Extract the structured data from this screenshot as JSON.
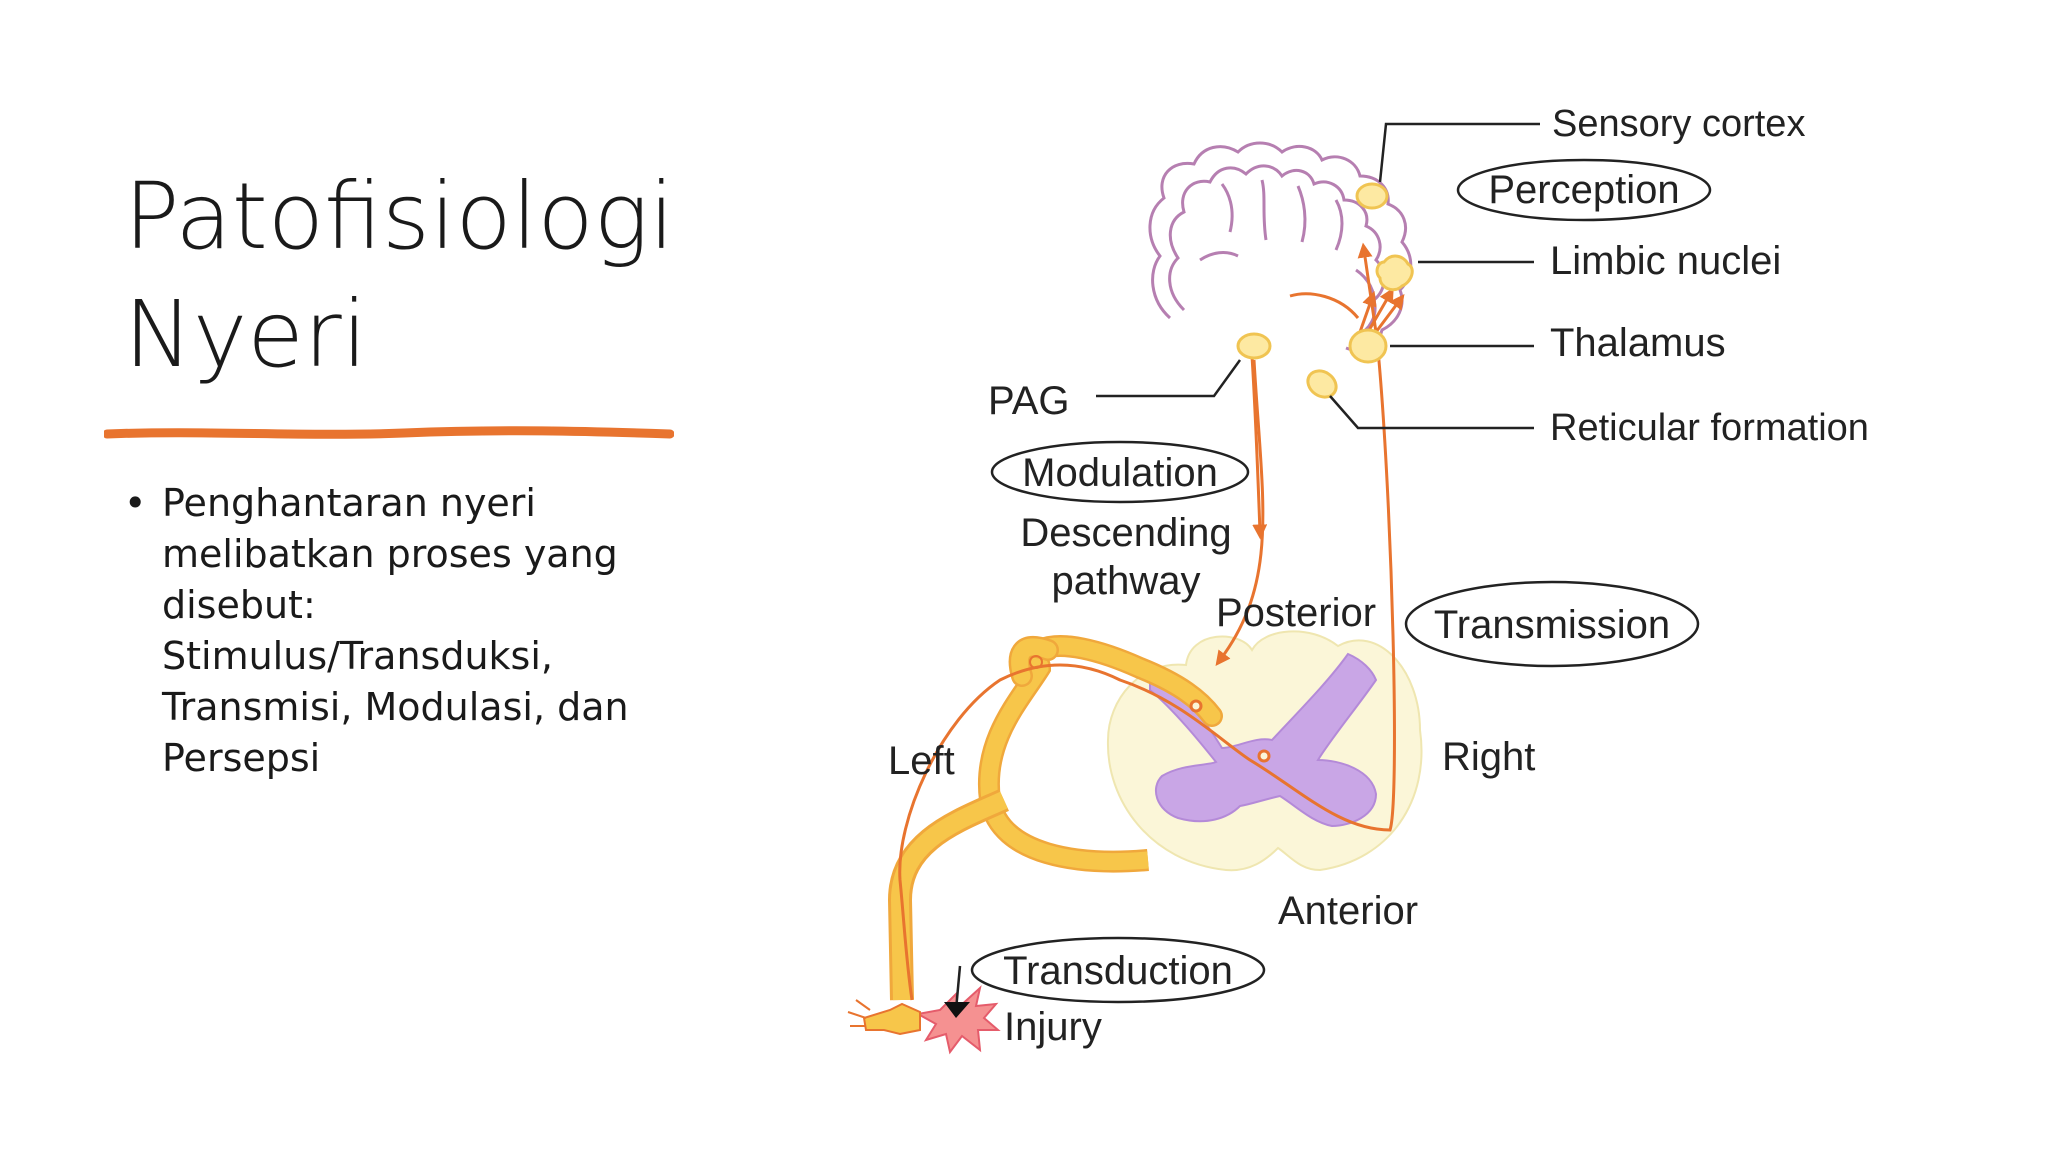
{
  "slide": {
    "title_lines": [
      "Patofisiologi",
      "Nyeri"
    ],
    "bullet": {
      "lines": [
        "Penghantaran nyeri",
        "melibatkan proses yang",
        "disebut:",
        "Stimulus/Transduksi,",
        "Transmisi, Modulasi, dan",
        "Persepsi"
      ]
    },
    "accent_color": "#e8742f"
  },
  "diagram": {
    "labels": {
      "sensory_cortex": "Sensory cortex",
      "perception": "Perception",
      "limbic_nuclei": "Limbic nuclei",
      "thalamus": "Thalamus",
      "reticular_formation": "Reticular formation",
      "pag": "PAG",
      "modulation": "Modulation",
      "descending_1": "Descending",
      "descending_2": "pathway",
      "posterior": "Posterior",
      "transmission": "Transmission",
      "left": "Left",
      "right": "Right",
      "anterior": "Anterior",
      "transduction": "Transduction",
      "injury": "Injury"
    },
    "colors": {
      "pathway": "#e8742f",
      "brain_outline": "#b67fb1",
      "gray_matter": "#c9a6e6",
      "white_matter": "#fbf6d8",
      "nerve": "#f7c64a",
      "nucleus": "#fde9a2"
    }
  }
}
